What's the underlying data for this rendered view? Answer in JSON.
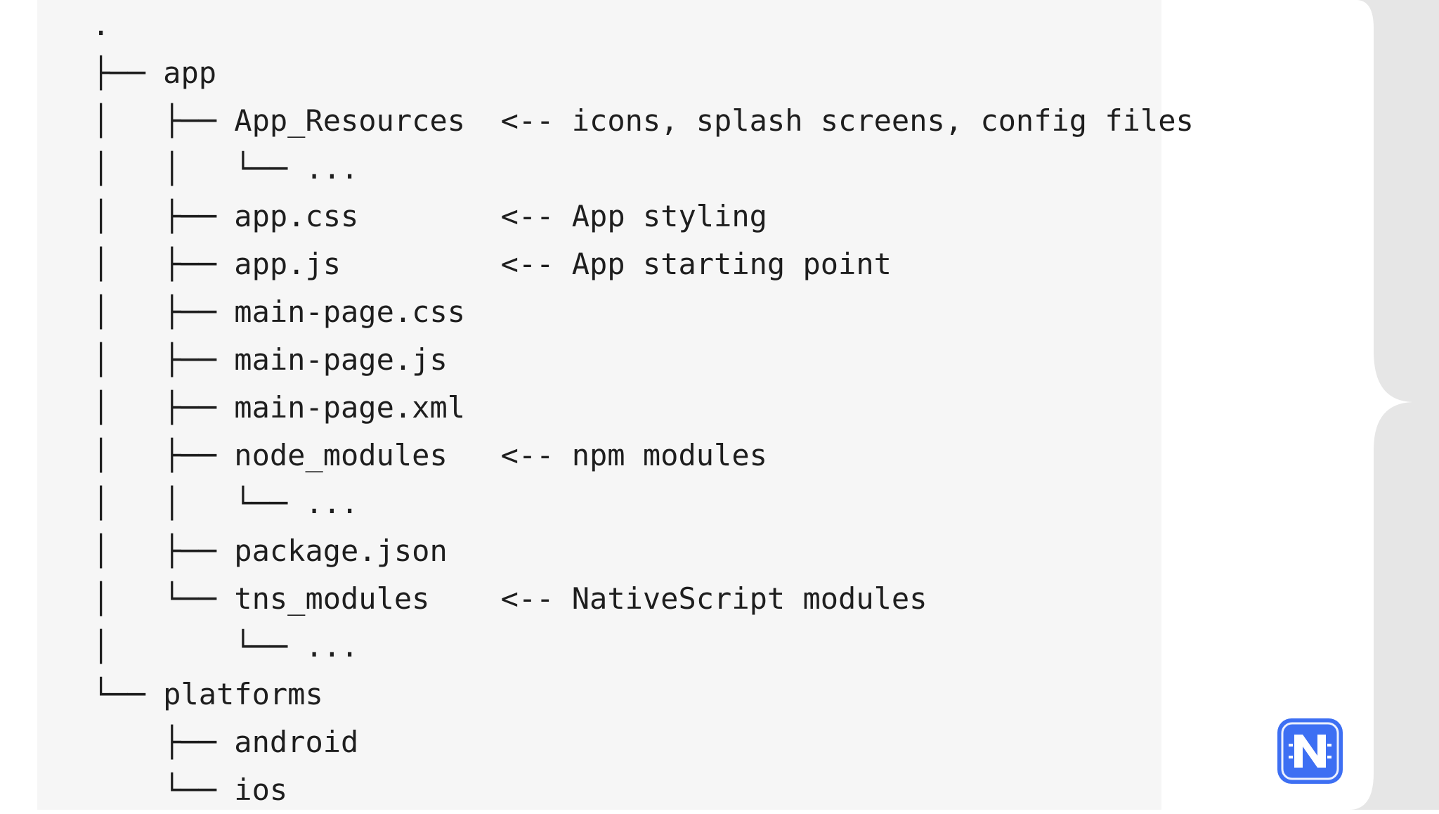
{
  "tree": {
    "lines": [
      {
        "prefix": ".",
        "name": "",
        "pad": "",
        "comment": ""
      },
      {
        "prefix": "├── ",
        "name": "app",
        "pad": "",
        "comment": ""
      },
      {
        "prefix": "│   ├── ",
        "name": "App_Resources",
        "pad": " ",
        "comment": "<-- icons, splash screens, config files"
      },
      {
        "prefix": "│   │   └── ",
        "name": "...",
        "pad": "",
        "comment": ""
      },
      {
        "prefix": "│   ├── ",
        "name": "app.css",
        "pad": "       ",
        "comment": "<-- App styling"
      },
      {
        "prefix": "│   ├── ",
        "name": "app.js",
        "pad": "        ",
        "comment": "<-- App starting point"
      },
      {
        "prefix": "│   ├── ",
        "name": "main-page.css",
        "pad": "",
        "comment": ""
      },
      {
        "prefix": "│   ├── ",
        "name": "main-page.js",
        "pad": "",
        "comment": ""
      },
      {
        "prefix": "│   ├── ",
        "name": "main-page.xml",
        "pad": "",
        "comment": ""
      },
      {
        "prefix": "│   ├── ",
        "name": "node_modules",
        "pad": "  ",
        "comment": "<-- npm modules"
      },
      {
        "prefix": "│   │   └── ",
        "name": "...",
        "pad": "",
        "comment": ""
      },
      {
        "prefix": "│   ├── ",
        "name": "package.json",
        "pad": "",
        "comment": ""
      },
      {
        "prefix": "│   └── ",
        "name": "tns_modules",
        "pad": "   ",
        "comment": "<-- NativeScript modules"
      },
      {
        "prefix": "│       └── ",
        "name": "...",
        "pad": "",
        "comment": ""
      },
      {
        "prefix": "└── ",
        "name": "platforms",
        "pad": "",
        "comment": ""
      },
      {
        "prefix": "    ├── ",
        "name": "android",
        "pad": "",
        "comment": ""
      },
      {
        "prefix": "    └── ",
        "name": "ios",
        "pad": "",
        "comment": ""
      }
    ]
  },
  "colors": {
    "panel_bg": "#f6f6f6",
    "side_bg": "#e6e6e6",
    "text": "#1e1e1e",
    "logo_blue": "#3d6ff3"
  },
  "logo": {
    "icon": "nativescript-logo-icon"
  }
}
